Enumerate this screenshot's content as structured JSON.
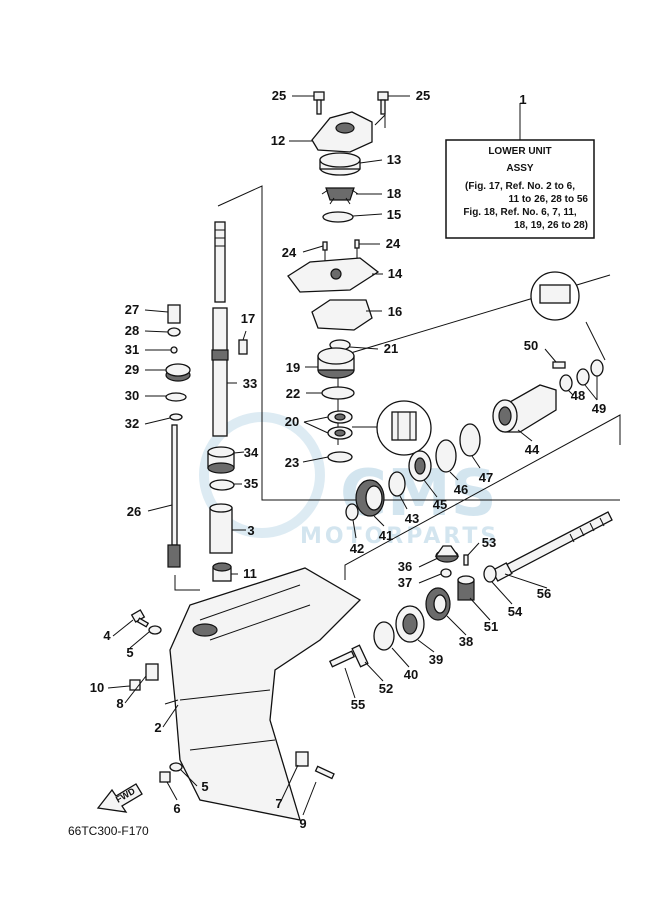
{
  "info_box": {
    "line1": "LOWER UNIT",
    "line2": "ASSY",
    "line3": "(Fig. 17, Ref. No. 2 to 6,",
    "line4": "11 to 26, 28 to 56",
    "line5": "Fig. 18, Ref. No. 6, 7, 11,",
    "line6": "18, 19, 26 to 28)"
  },
  "fwd_label": "FWD",
  "diagram_code": "66TC300-F170",
  "watermark": {
    "brand": "CMS",
    "sub": "MOTORPARTS"
  },
  "callouts": {
    "c1": "1",
    "c2": "2",
    "c3": "3",
    "c4": "4",
    "c5a": "5",
    "c5b": "5",
    "c6": "6",
    "c7": "7",
    "c8": "8",
    "c9": "9",
    "c10": "10",
    "c11": "11",
    "c12": "12",
    "c13": "13",
    "c14": "14",
    "c15": "15",
    "c16": "16",
    "c17": "17",
    "c18": "18",
    "c19": "19",
    "c20": "20",
    "c21": "21",
    "c22": "22",
    "c23": "23",
    "c24a": "24",
    "c24b": "24",
    "c25a": "25",
    "c25b": "25",
    "c26": "26",
    "c27": "27",
    "c28": "28",
    "c29": "29",
    "c30": "30",
    "c31": "31",
    "c32": "32",
    "c33": "33",
    "c34": "34",
    "c35": "35",
    "c36": "36",
    "c37": "37",
    "c38": "38",
    "c39": "39",
    "c40": "40",
    "c41": "41",
    "c42": "42",
    "c43": "43",
    "c44": "44",
    "c45": "45",
    "c46": "46",
    "c47": "47",
    "c48": "48",
    "c49": "49",
    "c50": "50",
    "c51": "51",
    "c52": "52",
    "c53": "53",
    "c54": "54",
    "c55": "55",
    "c56": "56"
  },
  "colors": {
    "ink": "#111111",
    "paper": "#ffffff",
    "watermark": "#9fc6dd"
  }
}
